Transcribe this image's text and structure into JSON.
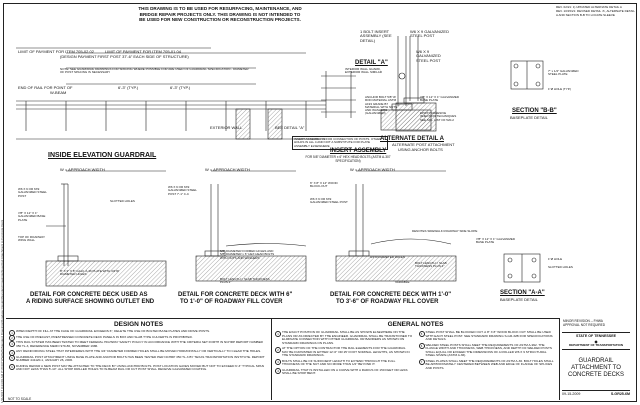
{
  "banner": {
    "line1": "THIS DRAWING IS TO BE USED FOR RESURFACING, MAINTENANCE, AND",
    "line2": "BRIDGE REPAIR PROJECTS ONLY. THIS DRAWING IS NOT INTENDED TO",
    "line3": "BE USED FOR NEW CONSTRUCTION OR RECONSTRUCTION PROJECTS."
  },
  "revisions": {
    "r1": "REV. 02/21: 1) UPDATED ALTERNATE DETAIL A",
    "r2": "REV. 10/15/21: REVISED DETAIL 'A', ALTERNATE DETAIL A AND SECTION B-B TO LOCATE SLEEVE"
  },
  "inside_elevation": {
    "title": "INSIDE ELEVATION GUARDRAIL",
    "limit1": "LIMIT OF PAYMENT FOR ITEM 705-02.02",
    "limit2": "LIMIT OF PAYMENT FOR ITEM 705-01.04",
    "limit_note": "(DESIGN PAYMENT FIRST POST 37'-6\" EACH SIDE OF STRUCTURE)",
    "note": "NOTE: SEE GUARDRAIL DRAWINGS FOR SPACING WHERE POSSIBLE FOR ARE USED OF GUARDRAIL SPECIFICATION - DIAMETER OF POST SPACING IS NECESSARY",
    "end_rail": "END OF RAIL FOR POINT OF",
    "rail_label": "W-BEAM",
    "exterior_wall": "EXTERIOR WALL",
    "bee_detail": "BEE DETAIL \"A\"",
    "dim1": "6'-3\" (TYP.)",
    "dim2": "6'-3\" (TYP.)"
  },
  "detail_a": {
    "title": "DETAIL \"A\"",
    "sub": "INTERIOR WALL GUARD, EXTERIOR WALL SIMILAR",
    "bolt": "1 BOLT INSERT ASSEMBLY (SEE DETAIL)",
    "post": "W6 X 9 GALVANIZED STEEL POST"
  },
  "insert_assembly": {
    "title": "INSERT ASSEMBLY",
    "sub": "FOR 5/8\" DIAMETER x 6\" HEX HEAD BOLTS (ASTM A-307 SPECIFICATION)",
    "note": "INSERT ASSEMBLY IS FOR CONNECTION OF POSTS. OTHER HOLDS IN ALL 4 AND NOT A SUBSTITUTE FOR PLATE ASSEMBLY ELSEWHERE"
  },
  "alt_detail_a": {
    "title": "ALTERNATE DETAIL A",
    "sub1": "ALTERNATE POST ATTACHMENT",
    "sub2": "USING ANCHOR BOLTS",
    "l1": "W6 X 9 GALVANIZED STEEL POST",
    "l2": "ANCHOR BOLT 5/8\" Ø ROD MATERIAL ASTM A193 GRADE B7 MATERIAL WITH NUTS AND WASHERS (GALVANIZED)",
    "l3": "7/8\" X 12\" X 1\" GALVANIZED BASE PLATE",
    "l4": "EPOXY ADHESIVE INJECTION TECHNIQUES SEE SPL. LIST OF 520-2"
  },
  "section_bb": {
    "title": "SECTION \"B-B\"",
    "sub": "BASEPLATE DETAIL",
    "l1": "7\" x 1/4\" GALVANIZED STEEL PLATE",
    "l2": "1\"Ø HOLE (TYP.)"
  },
  "detail_outlet": {
    "title1": "DETAIL FOR CONCRETE DECK USED AS",
    "title2": "A RIDING SURFACE SHOWING OUTLET END",
    "l1": "W6 X 9 OR 6X9 GALVANIZED STEEL POST",
    "l2": "7/8\" X 12\" X 1\" GALVANIZED BASE PLATE",
    "l3": "TOP OF ROADWAY WING WALL",
    "l4": "8\" X 3\" X 8\" GALV. A-36 PLATE WITH 3/4\"Ø DIAMETER HOLES",
    "l5": "SLOTTED HOLES",
    "approach": "W = APPROACH WIDTH"
  },
  "detail_6in": {
    "title1": "DETAIL FOR CONCRETE DECK WITH 6\"",
    "title2": "TO 1'-0\" OF ROADWAY FILL COVER",
    "l1": "W6 X 9 OR 6X9 GALVANIZED STEEL POST 7'-1\" C-C",
    "l2": "5/8\" DIAMETER FORMED HOLES AND 5/8\" DIAMETER x 6\" HEX HEAD BOLTS WITH NUTS AND WASHERS",
    "l3": "BOLT LENGTH = SLAB THICKNESS PLUS 2\"",
    "approach": "W = APPROACH WIDTH"
  },
  "detail_1ft": {
    "title1": "DETAIL FOR CONCRETE DECK WITH 1'-0\"",
    "title2": "TO 3'-6\" OF ROADWAY FILL COVER",
    "l1": "6\" X 8\" X 14\" WOOD BLOCK-OUT",
    "l2": "W6 X 9 OR 6X9 GALVANIZED STEEL POST",
    "l3": "3/4\"Ø DIAMETER HOLES",
    "l4": "VARIABLE",
    "l5": "BOLT LENGTH = SLAB THICKNESS PLUS 2\"",
    "denotes": "DENOTES SIDEWALK ROADWAY SIDE SLOPE",
    "approach": "W = APPROACH WIDTH"
  },
  "section_aa": {
    "title": "SECTION \"A-A\"",
    "sub": "BASEPLATE DETAIL",
    "l1": "7/8\" X 12\" X 1\" GALVANIZED BASE PLATE",
    "l2": "1\"Ø HOLE",
    "l3": "SLOTTED HOLES"
  },
  "design_notes": {
    "title": "DESIGN NOTES",
    "items": [
      "WHEN DEPTH OF FILL AT THE FACE OF GUARDRAIL EXCEEDS 6\", DELETE THE USE OF BOLTED BASE PLATES AND DRIVE POSTS.",
      "THE USE OF PRECAST, PRESTRESSED CONCRETE DECK PANELS IN BOX AND SLAB TYPE CULVERTS IS PROHIBITED.",
      "THIS RAIL SYSTEM HAS BEEN TESTED TO MEET FEDERAL HIGHWAY SAFETY POLICY IN ACCORDANCE WITH THE CRITERIA SET FORTH IN NCHRP REPORT NUMBER 350 TL-3, REFERENCE MEMO 979-86, NOVEMBER 1986.",
      "ANY REINFORCING STEEL THAT INTERFERES WITH THE 3/4\" DIAMETER FORMED HOLES SHALL BE MOVED HORIZONTALLY OR VERTICALLY TO CLEAR THE HOLES.",
      "GUARDRAIL POST ATTACHMENT USING BASE PLATE AND ANCHOR BOLTS HAS BEEN TESTED PER NCHRP 350 TL-3 BY TEXAS TRANSPORTATION INSTITUTE. REPORT NUMBER 441120-1, JANUARY 26, 2006.",
      "DURING REPAIR A NEW POST MAY BE ATTACHED TO THE DECK BY USING ANCHOR BOLTS. POST LOCATION GAVES MOVED BUT NOT TO EXCEED 6'-3\" TYPICAL SPAN AND NOT LESS THAN 5'-10\". ALL SHOP DRILLED HOLES TO W-BEAM RAIL OR CUT POST SHALL RECEIVE GALVANIZED COATING."
    ]
  },
  "general_notes": {
    "title": "GENERAL NOTES",
    "col1": [
      "THE EXACT POSITION OF GUARDRAIL SHALL BE AS SHOWN ELSEWHERE ON THE PLANS OR AS DIRECTED BY THE ENGINEER. GUARDRAIL SHALL BE TRANSITIONED TO ELIMINATE CONNECTION WITH OTHER GUARDRAIL OR BARRIERS AS SHOWN ON STANDARD DRAWINGS ON PLANS.",
      "AT THE OPTION OF THE CONTRACTOR THE RAIL ELEMENTS FOR THE GUARDRAIL MAY BE FURNISHED IN EITHER 12'-6\" OR 25' FOOT NOMINAL LENGTHS, AS SHOWN IN THE STANDARD DRAWINGS.",
      "BOLTS SHALL BE OF SUFFICIENT LENGTH TO EXTEND THROUGH THE FULL THICKNESS OF THE NUT AND NO MORE THAN 1/2\" BEYOND IT.",
      "GUARDRAIL THAT IS INSTALLED ON A CURVE WITH A RADIUS OF 150 FEET OR LESS SHALL BE SHOP BENT."
    ],
    "col2": [
      "STEEL POST SHALL BE BLOCKED OUT. A 8\" X 8\" WOOD BLOCK OUT SHALL BE USED WITH EACH STEEL POST. SEE STANDARD DRAWING S-GR-32B FOR SPECIFICATIONS AND DETAILS.",
      "WELDED STEEL POSTS SHALL MEET THE REQUIREMENTS OF ASTM A-992. THE FLANGE WIDTH AND THICKNESS, WEB THICKNESS, AND DEPTH OF WELDED POSTS SHALL EQUAL OR EXCEED THE DIMENSIONS OF A ROLLED W6 X 9 STRUCTURAL STEEL SHAPE (ASTM A-36).",
      "STEEL PLATES SHALL MEET THE REQUIREMENTS OF ASTM A-36. BOLT HOLES SHALL BE APPROXIMATELY CENTERED BETWEEN WEB AND EDGE OF FLANGE OF SPLICES AND POSTS."
    ]
  },
  "title_block": {
    "rev_note1": "MINOR REVISION -- FHWA",
    "rev_note2": "APPROVAL NOT REQUIRED",
    "state": "STATE OF TENNESSEE",
    "dept": "DEPARTMENT OF TRANSPORTATION",
    "dwg_title1": "GUARDRAIL",
    "dwg_title2": "ATTACHMENT TO",
    "dwg_title3": "CONCRETE DECKS",
    "date": "09-15-2009",
    "dwg_no": "S-GR25-6M",
    "scale": "NOT TO SCALE"
  },
  "edge_text": "1/11/2017 9:23:09 AM  P:\\TDOT\\PWAMS\\Standard Drawings\\Roadway Design\\Standard Drawings\\Guardrail Attachment to Concrete Deck"
}
